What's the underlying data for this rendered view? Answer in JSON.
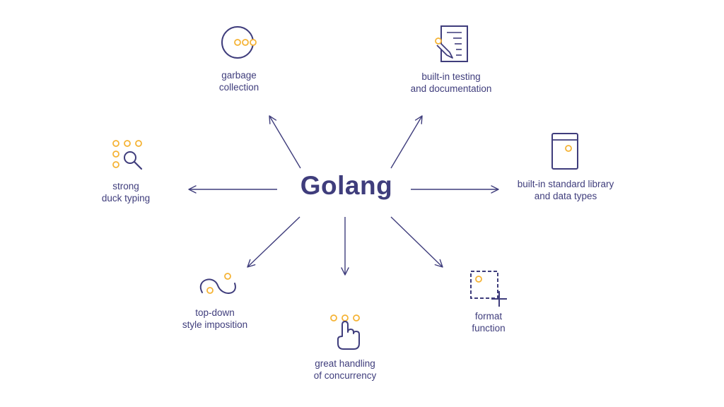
{
  "center": {
    "title": "Golang"
  },
  "colors": {
    "ink": "#3f3d7c",
    "accent": "#f5b335",
    "background": "#ffffff"
  },
  "features": {
    "garbage_collection": {
      "icon": "circle-dots-icon",
      "line1": "garbage",
      "line2": "collection"
    },
    "testing_docs": {
      "icon": "document-pencil-icon",
      "line1": "built-in testing",
      "line2": "and documentation"
    },
    "duck_typing": {
      "icon": "dots-magnifier-icon",
      "line1": "strong",
      "line2": "duck typing"
    },
    "std_library": {
      "icon": "book-icon",
      "line1": "built-in standard library",
      "line2": "and data types"
    },
    "style_imposition": {
      "icon": "wave-path-icon",
      "line1": "top-down",
      "line2": "style imposition"
    },
    "concurrency": {
      "icon": "hand-pointer-icon",
      "line1": "great handling",
      "line2": "of concurrency"
    },
    "format_function": {
      "icon": "dashed-square-plus-icon",
      "line1": "format",
      "line2": "function"
    }
  }
}
